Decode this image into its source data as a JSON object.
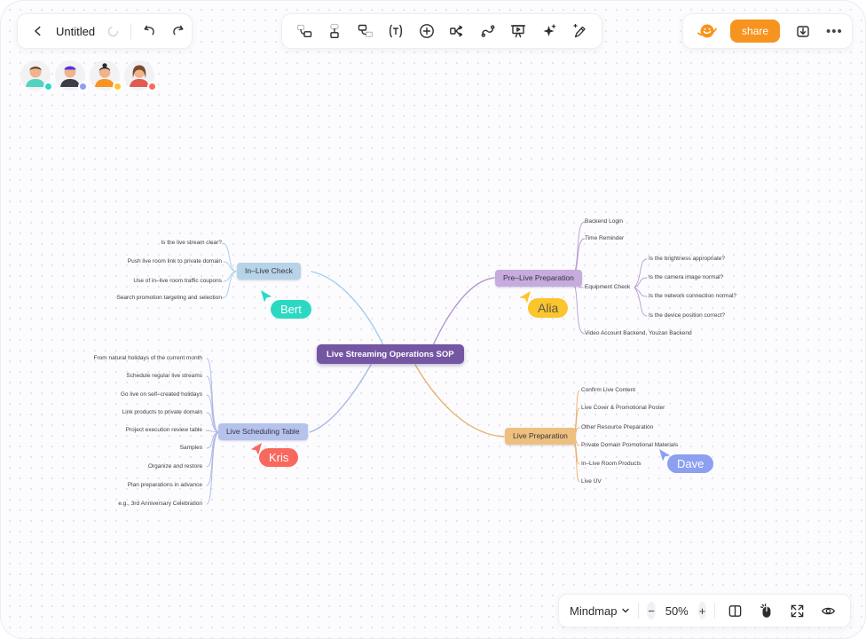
{
  "page": {
    "title": "Untitled"
  },
  "topbar": {
    "share_label": "share",
    "tools": [
      "insert-topic",
      "insert-child-node",
      "insert-subtopic",
      "text",
      "add-node",
      "layout-structure",
      "connector-line",
      "present",
      "ai-generate",
      "smart-draw"
    ]
  },
  "users": [
    {
      "name": "Bert",
      "color": "#2BD9C2"
    },
    {
      "name": "Dave",
      "color": "#8C9FF0"
    },
    {
      "name": "Alia",
      "color": "#FBC52D"
    },
    {
      "name": "Kris",
      "color": "#F9685F"
    }
  ],
  "mindmap": {
    "root": {
      "label": "Live Streaming Operations SOP",
      "color": "#7456A3"
    },
    "branches": [
      {
        "label": "In–Live Check",
        "color": "#B7D3E8",
        "edge_color": "#A5CDE9",
        "children": [
          "Is the live stream clear?",
          "Push live room link to private domain",
          "Use of in–live room traffic coupons",
          "Search promotion targeting and selection"
        ]
      },
      {
        "label": "Pre–Live Preparation",
        "color": "#C7ABDF",
        "edge_color": "#B899D2",
        "children": [
          "Backend Login",
          "Time Reminder",
          {
            "label": "Equipment Check",
            "children": [
              "Is the brightness appropriate?",
              "Is the camera image normal?",
              "Is the network connection normal?",
              "Is the device position correct?"
            ]
          },
          "Video Account Backend, Youzan Backend"
        ]
      },
      {
        "label": "Live Scheduling Table",
        "color": "#B5C2ED",
        "edge_color": "#AAB9E8",
        "children": [
          "From natural holidays of the current month",
          "Schedule regular live streams",
          "Go live on self–created holidays",
          "Link products to private domain",
          "Project execution review table",
          "Samples",
          "Organize and restore",
          "Plan preparations in advance",
          "e.g., 3rd Anniversary Celebration"
        ]
      },
      {
        "label": "Live Preparation",
        "color": "#EEC07F",
        "edge_color": "#E7B272",
        "children": [
          "Confirm Live Content",
          "Live Cover & Promotional Poster",
          "Other Resource Preparation",
          "Private Domain Promotional Materials",
          "In–Live Room Products",
          "Live UV"
        ]
      }
    ]
  },
  "footer": {
    "mode": "Mindmap",
    "zoom": "50%",
    "minus": "−",
    "plus": "+"
  }
}
